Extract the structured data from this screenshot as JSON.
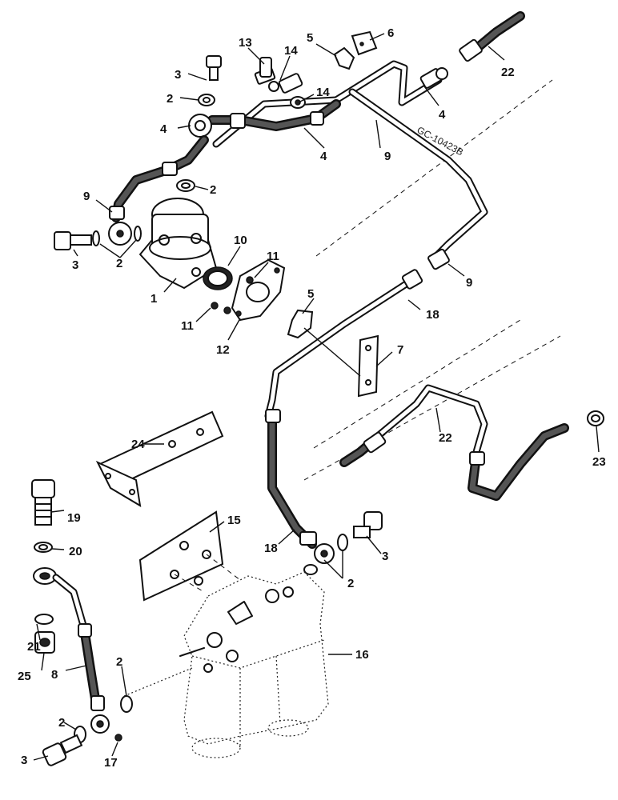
{
  "diagram": {
    "ref_code": "GC-10423B",
    "callouts": [
      "1",
      "2",
      "3",
      "4",
      "5",
      "6",
      "7",
      "8",
      "9",
      "10",
      "11",
      "12",
      "13",
      "14",
      "15",
      "16",
      "17",
      "18",
      "19",
      "20",
      "21",
      "22",
      "23",
      "24",
      "25"
    ]
  },
  "labels": {
    "c13": "13",
    "c5a": "5",
    "c6": "6",
    "c22a": "22",
    "c3a": "3",
    "c14a": "14",
    "c2a": "2",
    "c14b": "14",
    "c4a": "4",
    "c4b": "4",
    "c4c": "4",
    "c9a": "9",
    "c9b": "9",
    "c2b": "2",
    "c10": "10",
    "c11a": "11",
    "c3b": "3",
    "c2c": "2",
    "c1": "1",
    "c9c": "9",
    "c11b": "11",
    "c12": "12",
    "c5b": "5",
    "c18a": "18",
    "c7": "7",
    "c22b": "22",
    "c23": "23",
    "c24": "24",
    "c19": "19",
    "c15": "15",
    "c20": "20",
    "c18b": "18",
    "c3c": "3",
    "c2d": "2",
    "c16": "16",
    "c21": "21",
    "c25": "25",
    "c8": "8",
    "c2e": "2",
    "c2f": "2",
    "c3d": "3",
    "c17": "17"
  }
}
